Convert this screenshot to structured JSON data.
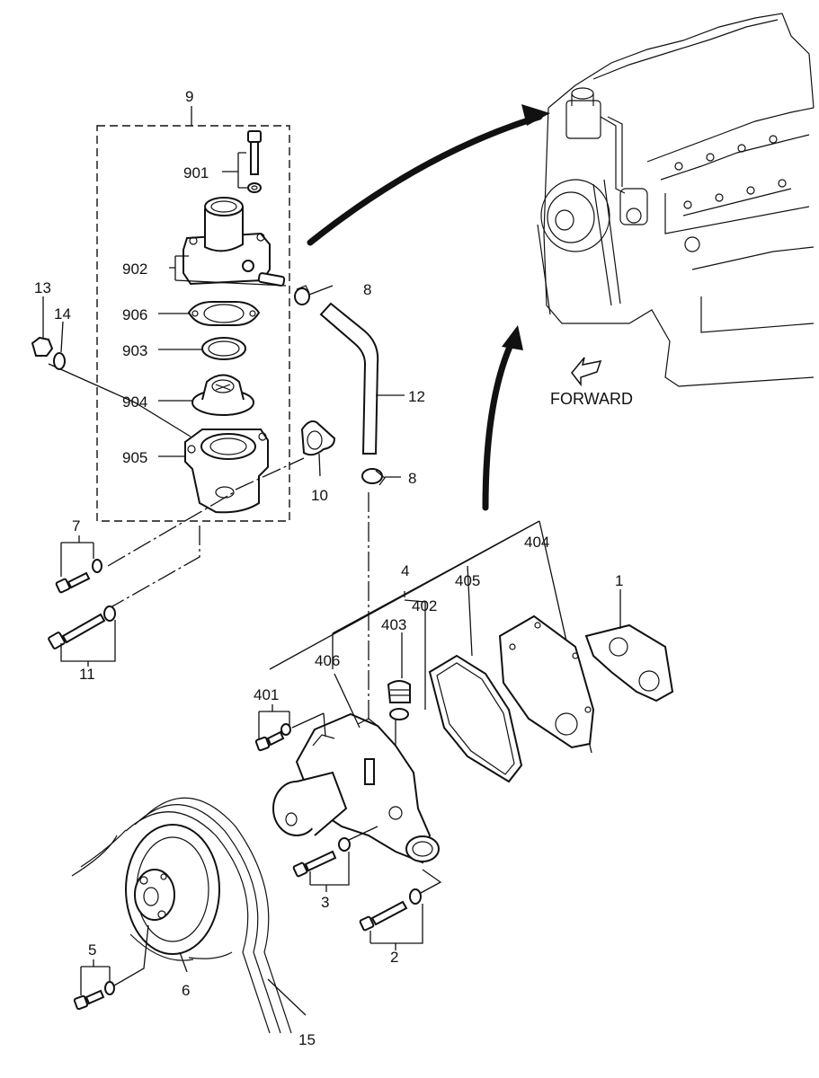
{
  "labels": {
    "l9": "9",
    "l901": "901",
    "l902": "902",
    "l906": "906",
    "l903": "903",
    "l904": "904",
    "l905": "905",
    "l13": "13",
    "l14": "14",
    "l8a": "8",
    "l8b": "8",
    "l12": "12",
    "l10": "10",
    "l7": "7",
    "l11": "11",
    "l4": "4",
    "l404": "404",
    "l1": "1",
    "l405": "405",
    "l402": "402",
    "l403": "403",
    "l406": "406",
    "l401": "401",
    "l3": "3",
    "l2": "2",
    "l5": "5",
    "l6": "6",
    "l15": "15"
  },
  "forward_label": "FORWARD",
  "colors": {
    "ink": "#111111",
    "paper": "#ffffff"
  }
}
